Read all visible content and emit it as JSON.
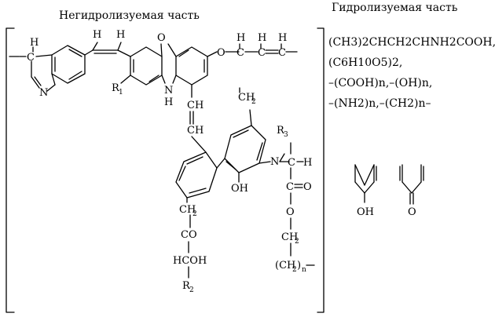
{
  "headings": {
    "nonhydrolyzable": "Негидролизуемая часть",
    "hydrolyzable": "Гидролизуемая часть"
  },
  "atoms": {
    "H": "H",
    "N": "N",
    "O": "O",
    "R1": "R",
    "R1_sub": "1",
    "R2": "R",
    "R2_sub": "2",
    "R3": "R",
    "R3_sub": "3",
    "NH_ring": "N",
    "H_ring": "H",
    "CH": "CH",
    "CH2": "CH",
    "CH2_sub": "2",
    "OH": "OH",
    "NH": "N",
    "C_O": "C",
    "eq_O": "O",
    "ester_O": "O",
    "CO": "CO",
    "HCOH": "HCOH",
    "CH2n": "(CH",
    "CH2n_sub": "2",
    "CH2n_close": ")",
    "n": "n",
    "keto_O": "O"
  },
  "formulas": {
    "line1": "(CH3)2CHCH2CHNH2COOH,",
    "line2": "(C6H10O5)2,",
    "line3": "–(COOH)n,–(OH)n,",
    "line4": "–(NH2)n,–(CH2)n–"
  },
  "colors": {
    "ink": "#000000",
    "background": "#ffffff"
  }
}
